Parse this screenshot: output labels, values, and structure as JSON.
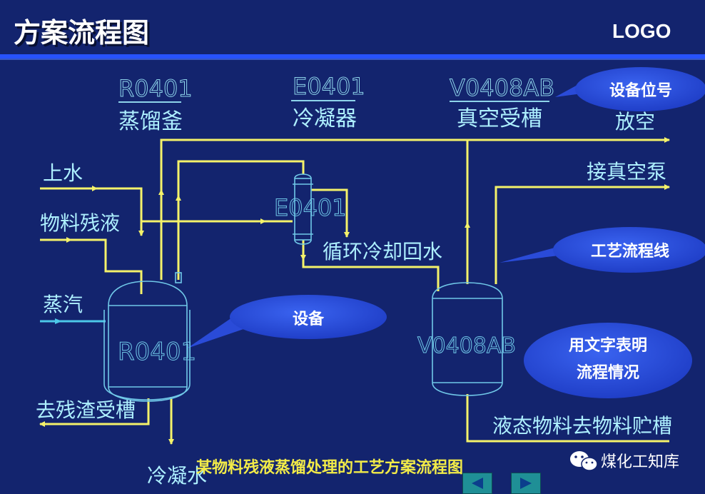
{
  "slide": {
    "title": "方案流程图",
    "logo": "LOGO",
    "caption": "某物料残液蒸馏处理的工艺方案流程图",
    "watermark": "煤化工知库"
  },
  "equipment": {
    "r0401_tag": "R0401",
    "r0401_name": "蒸馏釜",
    "e0401_tag": "E0401",
    "e0401_name": "冷凝器",
    "v0408_tag": "V0408AB",
    "v0408_name": "真空受槽"
  },
  "streams": {
    "feed_water": "上水",
    "feed_liquid": "物料残液",
    "steam": "蒸汽",
    "residue": "去残渣受槽",
    "condensate": "冷凝水",
    "return_water": "循环冷却回水",
    "vent": "放空",
    "vacuum_pump": "接真空泵",
    "product": "液态物料去物料贮槽"
  },
  "callouts": {
    "equipment_tag": "设备位号",
    "process_line": "工艺流程线",
    "equipment": "设备",
    "text_line1": "用文字表明",
    "text_line2": "流程情况"
  },
  "colors": {
    "background": "#13246e",
    "process_line": "#f4f26a",
    "equipment_outline": "#70c8e8",
    "label_text": "#aef0ff",
    "title_band": "#2752ff",
    "callout": "#2a4bd8",
    "caption_text": "#f2eb48"
  },
  "icons": {
    "prev": "left-triangle-icon",
    "next": "right-triangle-icon",
    "watermark": "wechat-logo-icon"
  }
}
